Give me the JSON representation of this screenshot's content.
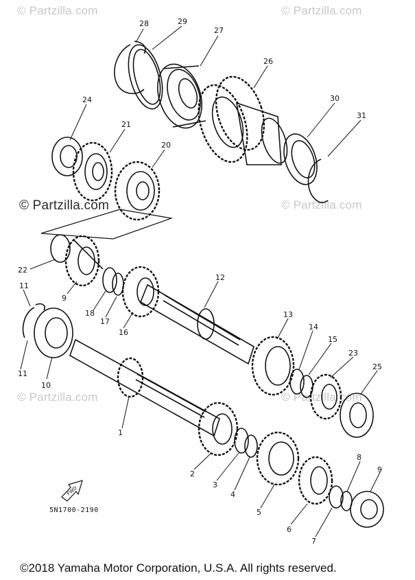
{
  "watermarks": {
    "top_left": "© Partzilla.com",
    "top_right": "© Partzilla.com",
    "mid_left": "© Partzilla.com",
    "mid_right": "© Partzilla.com",
    "lower_left": "© Partzilla.com",
    "lower_right": "© Partzilla.com"
  },
  "diagram_code": "5N1700-2190",
  "fwd_label": "FWD",
  "copyright": "©2018 Yamaha Motor Corporation, U.S.A. All rights reserved.",
  "callouts": [
    "28",
    "29",
    "27",
    "26",
    "24",
    "21",
    "20",
    "30",
    "31",
    "22",
    "9",
    "18",
    "17",
    "16",
    "12",
    "11",
    "11",
    "10",
    "13",
    "14",
    "15",
    "23",
    "25",
    "1",
    "2",
    "3",
    "4",
    "5",
    "6",
    "7",
    "8",
    "9"
  ]
}
